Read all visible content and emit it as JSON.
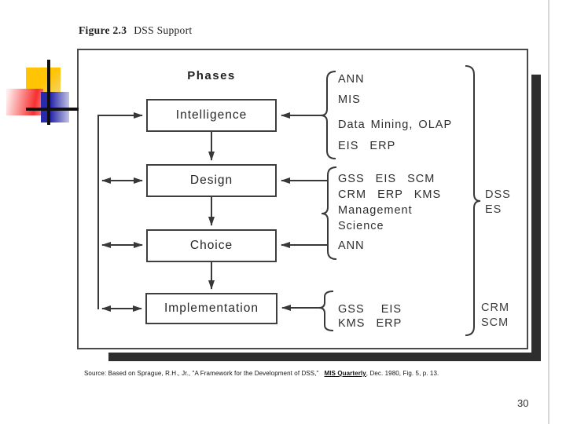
{
  "slide": {
    "title_label": "Figure 2.3",
    "title_text": "DSS Support",
    "page_number": "30"
  },
  "diagram": {
    "phases_heading": "Phases",
    "phase_boxes": [
      "Intelligence",
      "Design",
      "Choice",
      "Implementation"
    ],
    "tech_groups": [
      {
        "lines": [
          "ANN",
          "MIS",
          "Data Mining, OLAP",
          "EIS  ERP"
        ]
      },
      {
        "lines": [
          "GSS  EIS  SCM",
          "CRM  ERP  KMS",
          "Management",
          "Science",
          "ANN"
        ]
      },
      {
        "lines": [
          "GSS   EIS",
          "KMS  ERP"
        ]
      }
    ],
    "right_labels": {
      "dss": "DSS",
      "es": "ES",
      "crm": "CRM",
      "scm": "SCM"
    }
  },
  "source": {
    "prefix": "Source: Based on Sprague, R.H., Jr., \"A Framework for the Development of DSS,\"   ",
    "journal": "MIS Quarterly",
    "suffix": ", Dec. 1980, Fig. 5, p. 13."
  },
  "colors": {
    "stroke": "#383838",
    "shadow": "#2e2e2e",
    "accent_yellow": "#ffc404",
    "accent_red": "#f63030",
    "accent_blue": "#2a2aac"
  }
}
